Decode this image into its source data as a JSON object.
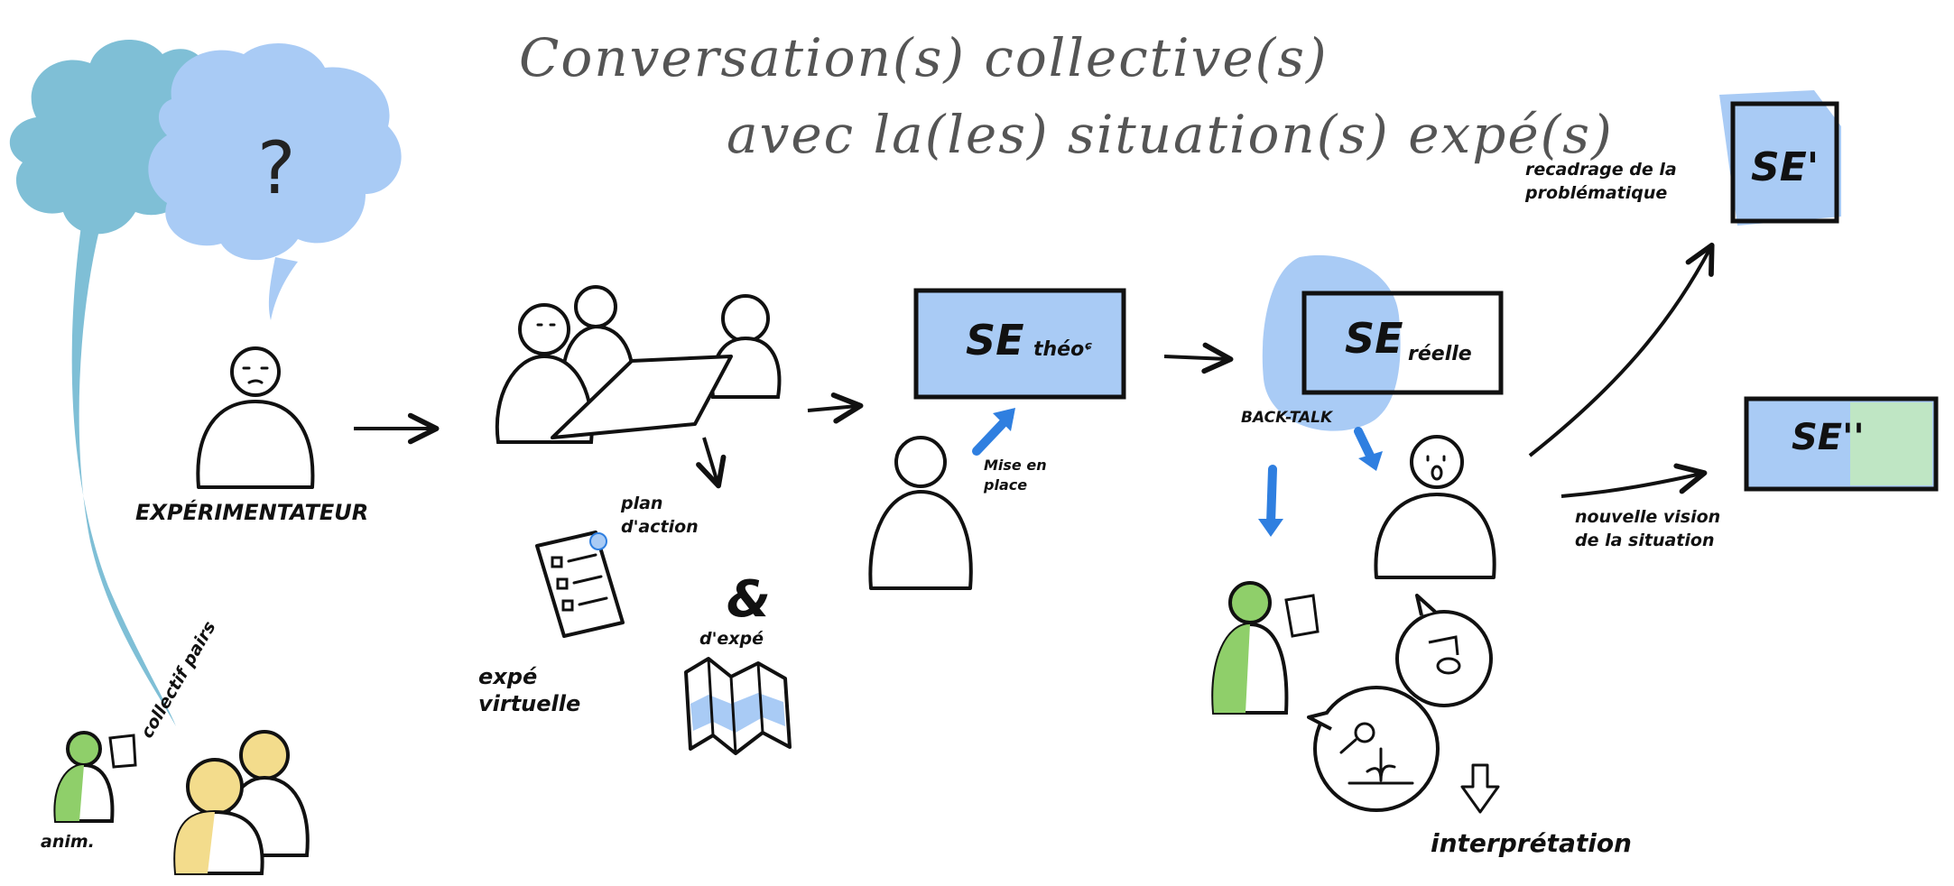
{
  "title": {
    "line1": "Conversation(s) collective(s)",
    "line2": "avec la(les) situation(s) expé(s)"
  },
  "labels": {
    "question_mark": "?",
    "experimentateur": "EXPÉRIMENTATEUR",
    "anim": "anim.",
    "collectif_pairs": "collectif pairs",
    "plan_action": "plan d'action",
    "ampersand": "&",
    "d_expe": "d'expé",
    "expe_virtuelle": "expé virtuelle",
    "mise_en_place": "Mise en place",
    "se_theo_main": "SE",
    "se_theo_sub": "théoᶝ",
    "se_reelle_main": "SE",
    "se_reelle_sub": "réelle",
    "back_talk": "BACK-TALK",
    "se_prime": "SE'",
    "se_double_prime": "SE''",
    "recadrage": "recadrage de la problématique",
    "nouvelle_vision": "nouvelle vision de la situation",
    "interpretation": "interprétation"
  },
  "colors": {
    "ink": "#111111",
    "blue_fill": "#a9cbf5",
    "teal_cloud": "#7fbfd6",
    "arrow_blue": "#2f7fe0",
    "green_fill": "#8fcf6a",
    "yellow_fill": "#f3dc8c",
    "mint_fill": "#bfe6c4",
    "title_gray": "#555555"
  }
}
